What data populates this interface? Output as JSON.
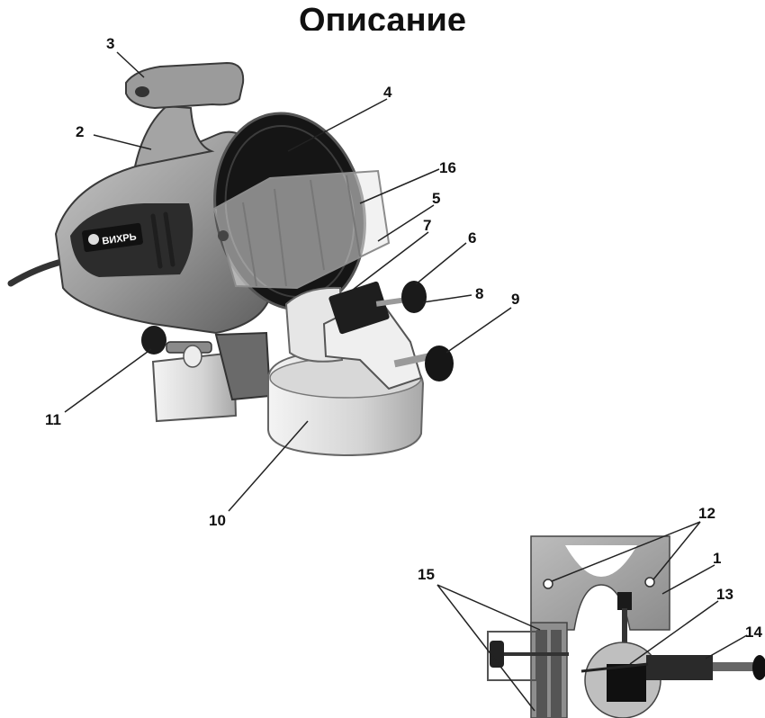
{
  "title": "Описание",
  "brand": "ВИХРЬ",
  "callouts": {
    "c1": "1",
    "c2": "2",
    "c3": "3",
    "c4": "4",
    "c5": "5",
    "c6": "6",
    "c7": "7",
    "c8": "8",
    "c9": "9",
    "c10": "10",
    "c11": "11",
    "c12": "12",
    "c13": "13",
    "c14": "14",
    "c15": "15",
    "c16": "16"
  }
}
